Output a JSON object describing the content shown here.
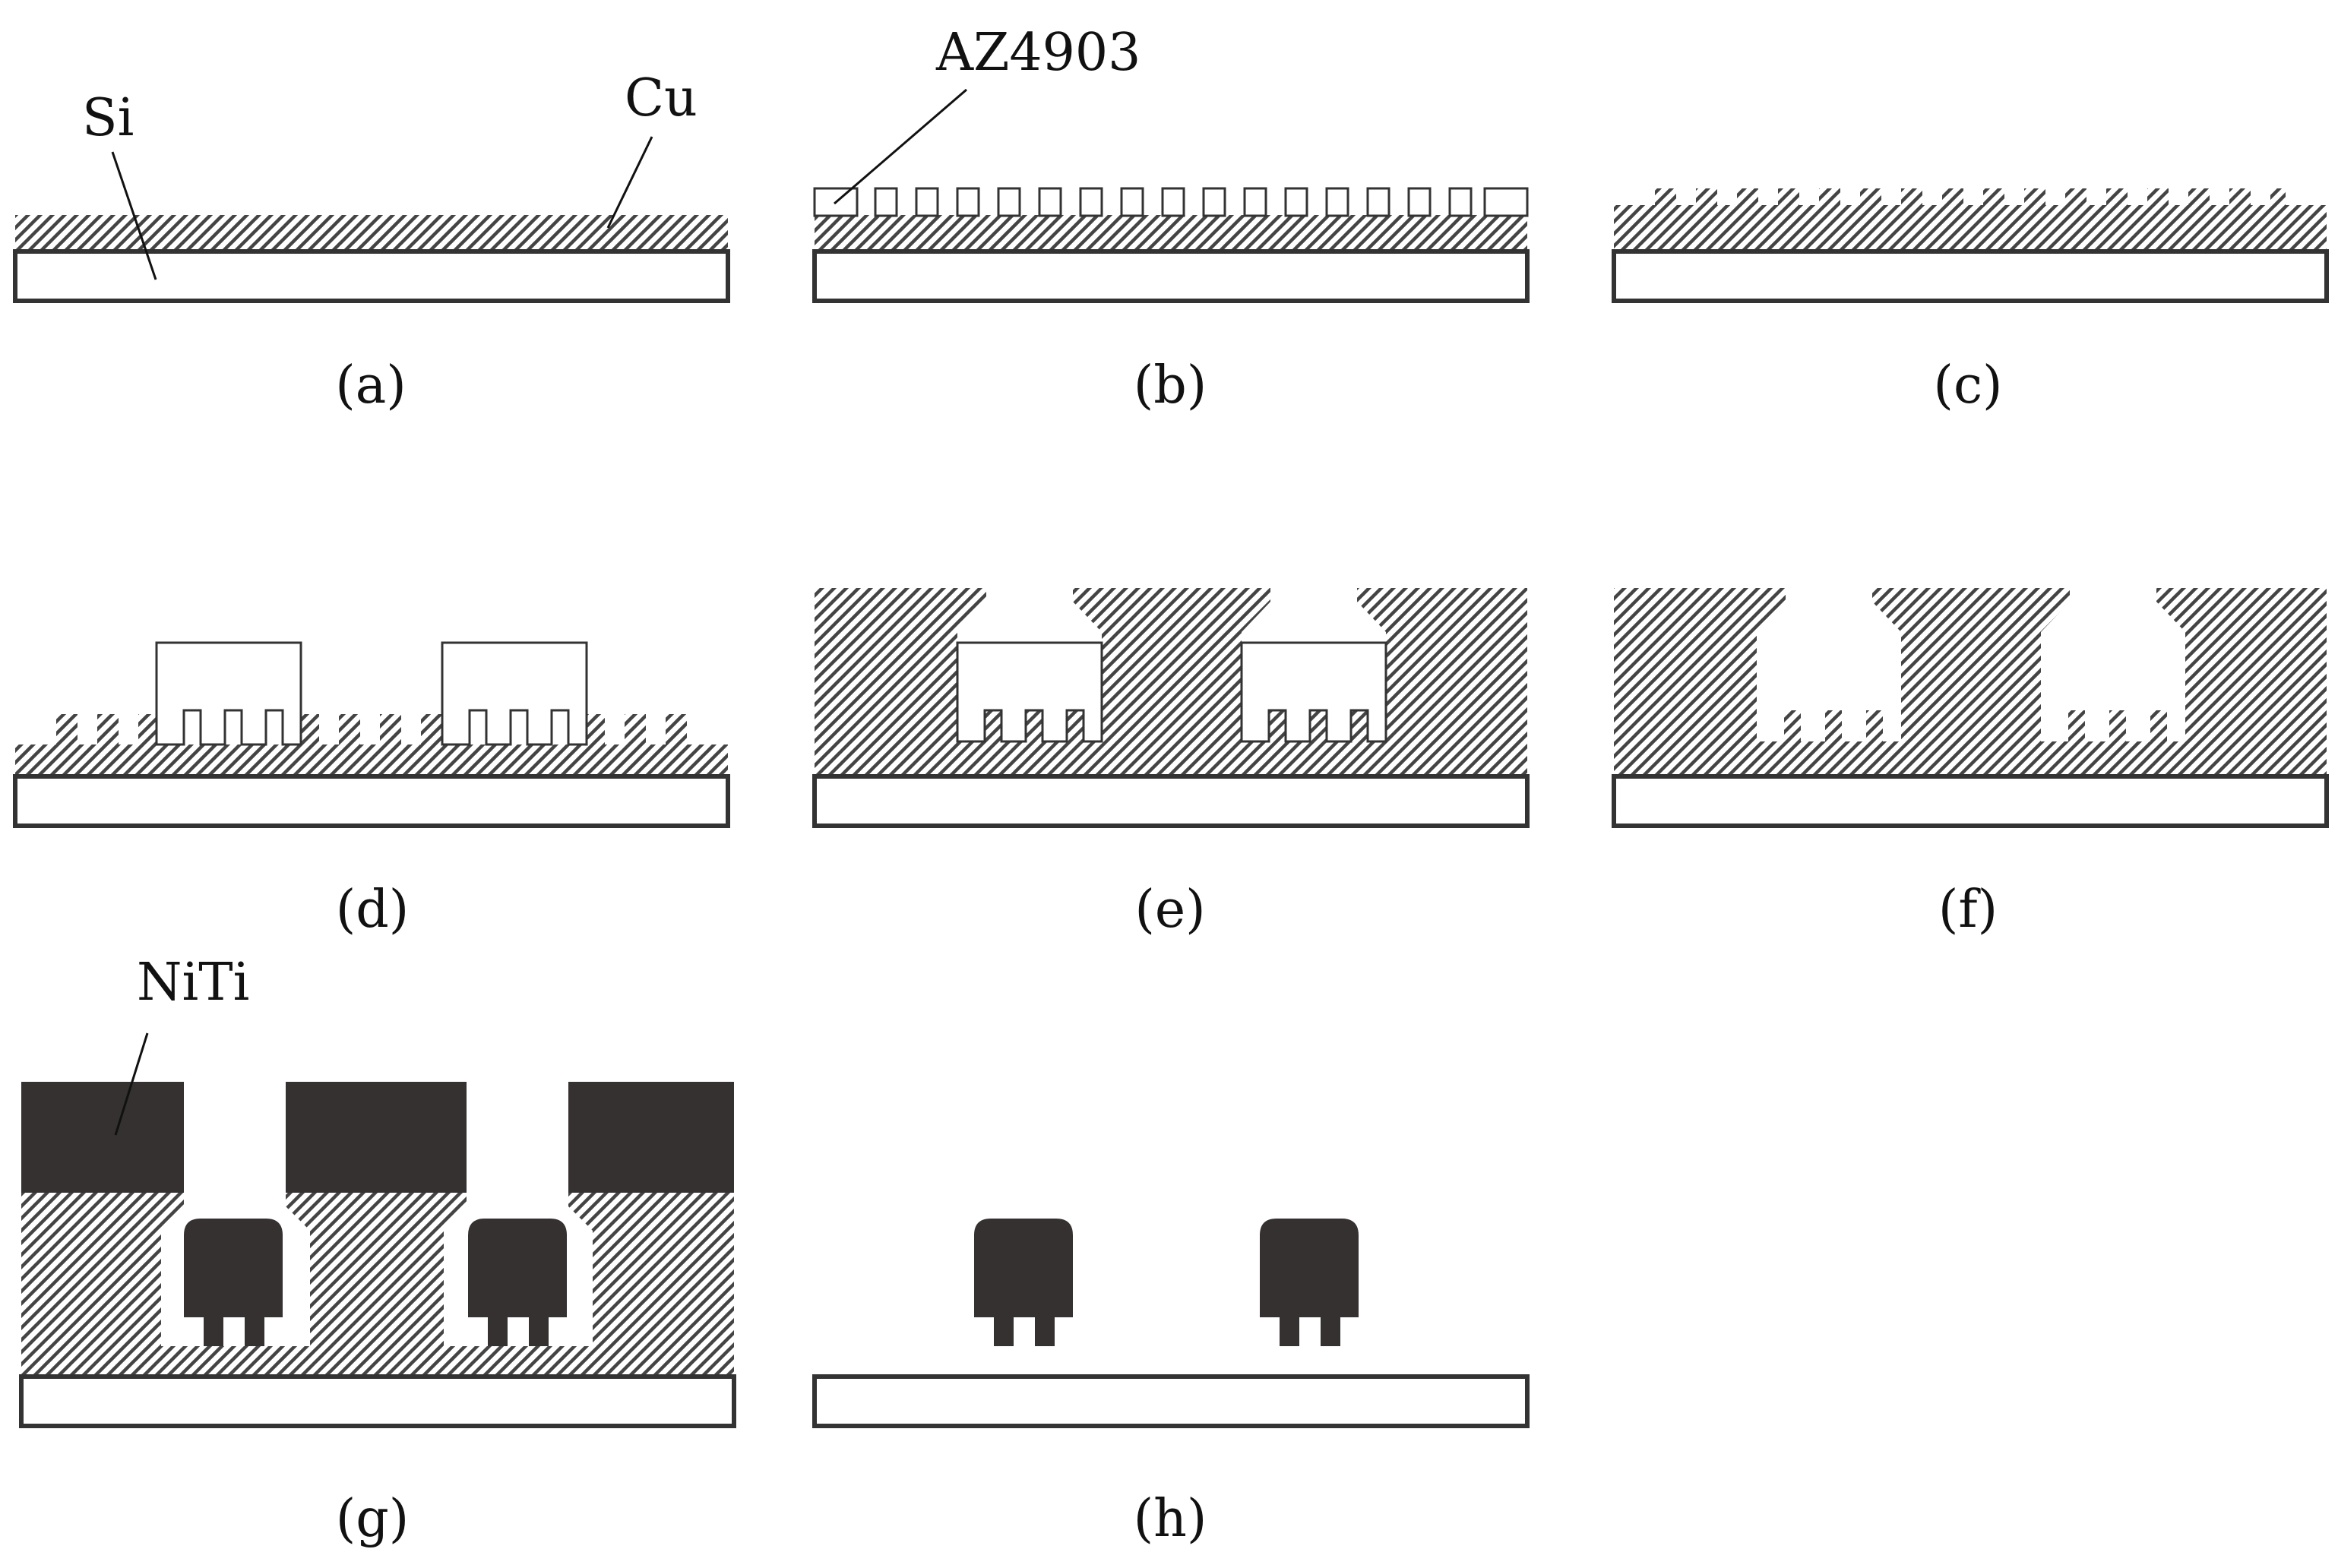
{
  "labels": {
    "si": "Si",
    "cu": "Cu",
    "az": "AZ4903",
    "niti": "NiTi"
  },
  "captions": {
    "a": "(a)",
    "b": "(b)",
    "c": "(c)",
    "d": "(d)",
    "e": "(e)",
    "f": "(f)",
    "g": "(g)",
    "h": "(h)"
  },
  "colors": {
    "substrate_fill": "#ffffff",
    "outline": "#333333",
    "copper_hatch": "#444444",
    "niti_fill": "#363131"
  }
}
